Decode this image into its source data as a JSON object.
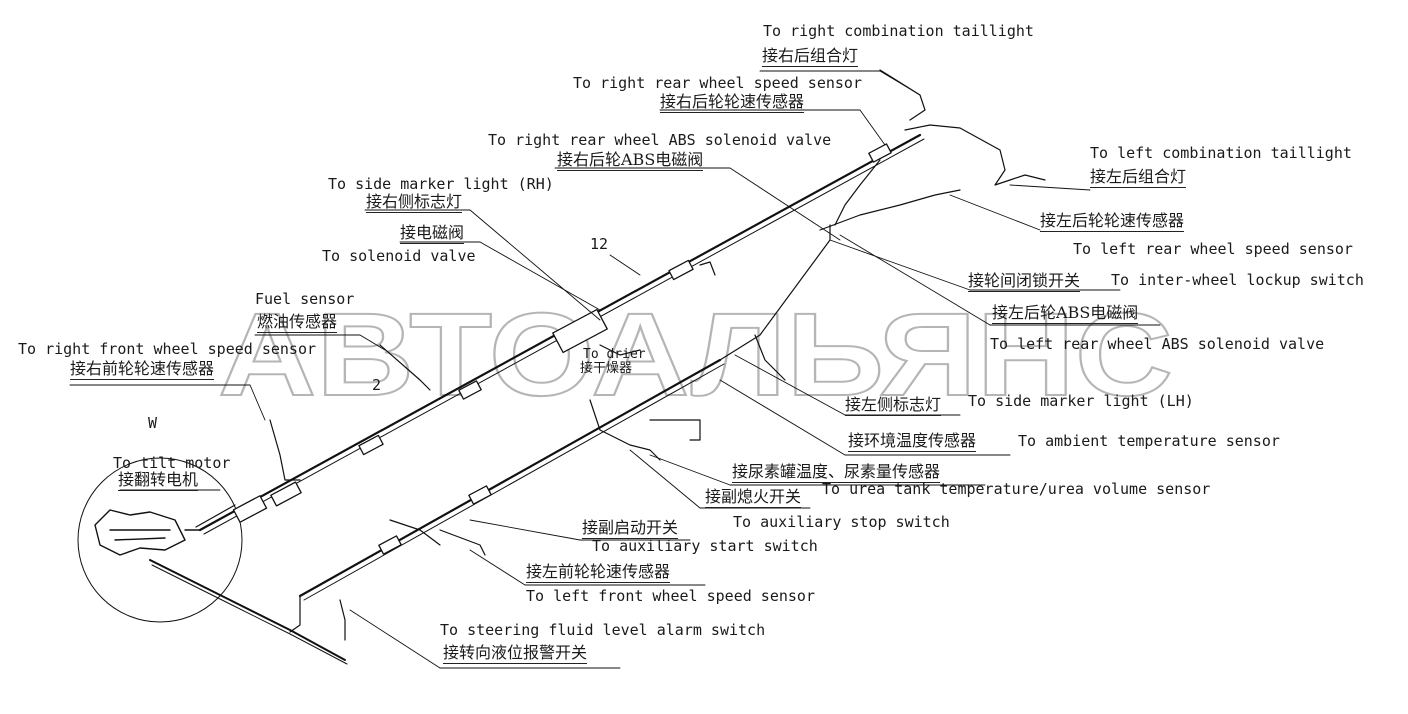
{
  "watermark": "АВТОАЛЬЯНС",
  "markers": {
    "w": "W",
    "n12": "12",
    "n2": "2"
  },
  "labels": {
    "right_taillight_en": "To right combination taillight",
    "right_taillight_zh": "接右后组合灯",
    "right_rear_speed_en": "To right rear wheel speed sensor",
    "right_rear_speed_zh": "接右后轮轮速传感器",
    "right_rear_abs_en": "To right rear wheel ABS solenoid valve",
    "right_rear_abs_zh": "接右后轮ABS电磁阀",
    "left_taillight_en": "To left combination taillight",
    "left_taillight_zh": "接左后组合灯",
    "side_marker_rh_en": "To side marker light (RH)",
    "side_marker_rh_zh": "接右侧标志灯",
    "solenoid_zh": "接电磁阀",
    "solenoid_en": "To solenoid valve",
    "left_rear_speed_zh": "接左后轮轮速传感器",
    "left_rear_speed_en": "To left rear wheel speed sensor",
    "inter_wheel_zh": "接轮间闭锁开关",
    "inter_wheel_en": "To inter-wheel lockup switch",
    "fuel_en": "Fuel sensor",
    "fuel_zh": "燃油传感器",
    "left_rear_abs_zh": "接左后轮ABS电磁阀",
    "left_rear_abs_en": "To left rear wheel ABS solenoid valve",
    "right_front_speed_en": "To right front wheel speed sensor",
    "right_front_speed_zh": "接右前轮轮速传感器",
    "drier_en": "To drier",
    "drier_zh": "接干燥器",
    "side_marker_lh_zh": "接左侧标志灯",
    "side_marker_lh_en": "To side marker light (LH)",
    "ambient_zh": "接环境温度传感器",
    "ambient_en": "To ambient temperature sensor",
    "tilt_en": "To tilt motor",
    "tilt_zh": "接翻转电机",
    "urea_zh": "接尿素罐温度、尿素量传感器",
    "urea_en": "To urea tank temperature/urea volume sensor",
    "aux_stop_zh": "接副熄火开关",
    "aux_stop_en": "To auxiliary stop switch",
    "aux_start_zh": "接副启动开关",
    "aux_start_en": "To auxiliary start switch",
    "left_front_speed_zh": "接左前轮轮速传感器",
    "left_front_speed_en": "To left front wheel speed sensor",
    "steering_en": "To steering fluid level alarm switch",
    "steering_zh": "接转向液位报警开关"
  }
}
